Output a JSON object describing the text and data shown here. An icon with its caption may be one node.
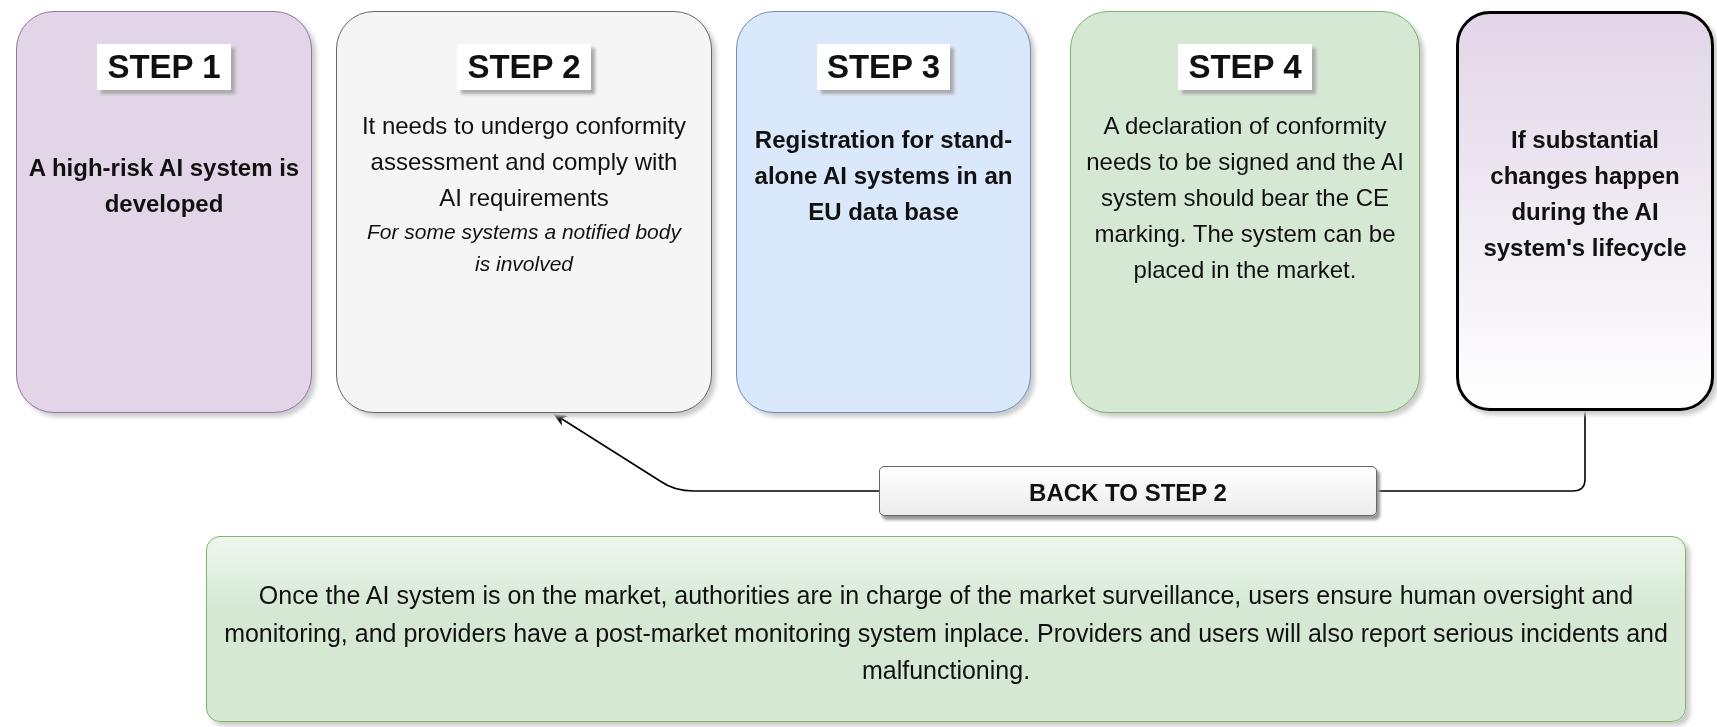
{
  "diagram": {
    "nodes": [
      {
        "text": [
          "STEP 1",
          "A high-risk AI system is developed"
        ]
      },
      {
        "text": [
          "STEP 2",
          "It needs to undergo conformity assessment and comply with AI requirements",
          "For some systems a notified body is involved"
        ]
      },
      {
        "text": [
          "STEP 3",
          "Registration for stand-alone AI systems in an EU data base"
        ]
      },
      {
        "text": [
          "STEP 4",
          "A declaration of conformity needs to be signed and the AI system should bear the CE marking. The system can be placed in the market."
        ]
      },
      {
        "text": [
          "If substantial changes happen during the AI system's lifecycle"
        ]
      },
      {
        "text": [
          "BACK TO STEP 2"
        ]
      },
      {
        "text": [
          "Once the AI system is on the market, authorities are in charge of the market surveillance, users ensure human oversight and monitoring, and providers have a post-market monitoring system inplace. Providers and users will also report serious incidents and malfunctioning."
        ]
      }
    ],
    "edges": [
      {
        "from": 4,
        "to": 5,
        "arrow": "none"
      },
      {
        "from": 5,
        "to": 1,
        "arrow": "to"
      }
    ]
  }
}
